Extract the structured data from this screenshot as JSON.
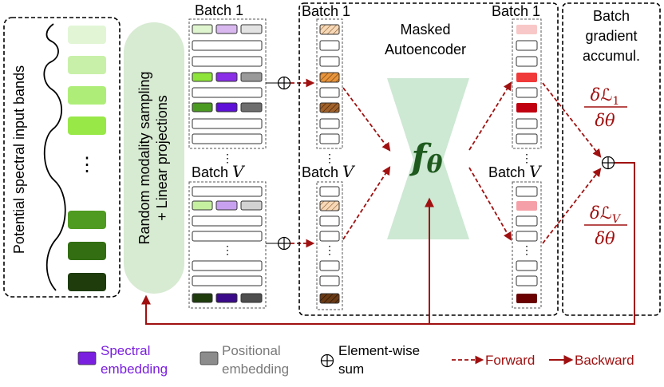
{
  "labels": {
    "left_panel": "Potential spectral input bands",
    "sampler": "Random modality sampling",
    "sampler_line2": "+ Linear projections",
    "batch1": "Batch 1",
    "batch_v_word": "Batch",
    "batch_v_symbol": "V",
    "mae_line1": "Masked",
    "mae_line2": "Autoencoder",
    "f_symbol": "f",
    "f_sub": "θ",
    "grad_line1": "Batch",
    "grad_line2": "gradient",
    "grad_line3": "accumul.",
    "grad1_num_delta": "δ",
    "grad1_num_L": "ℒ",
    "grad1_num_sub": "1",
    "grad_den": "δθ",
    "gradV_num_delta": "δ",
    "gradV_num_L": "ℒ",
    "gradV_num_sub": "V",
    "dots": "⋮"
  },
  "legend": {
    "spectral_line1": "Spectral",
    "spectral_line2": "embedding",
    "positional_line1": "Positional",
    "positional_line2": "embedding",
    "sum_line1": "Element-wise",
    "sum_line2": "sum",
    "forward": "Forward",
    "backward": "Backward"
  },
  "colors": {
    "forward_arrow": "#a01010",
    "backward_arrow": "#a01010",
    "spectral_embedding": "#7a1fe0",
    "positional_embedding": "#8c8c8c",
    "sampler_fill": "#d7ead2",
    "autoencoder_fill": "#cde8d3",
    "f_theta": "#1e5a1e"
  }
}
